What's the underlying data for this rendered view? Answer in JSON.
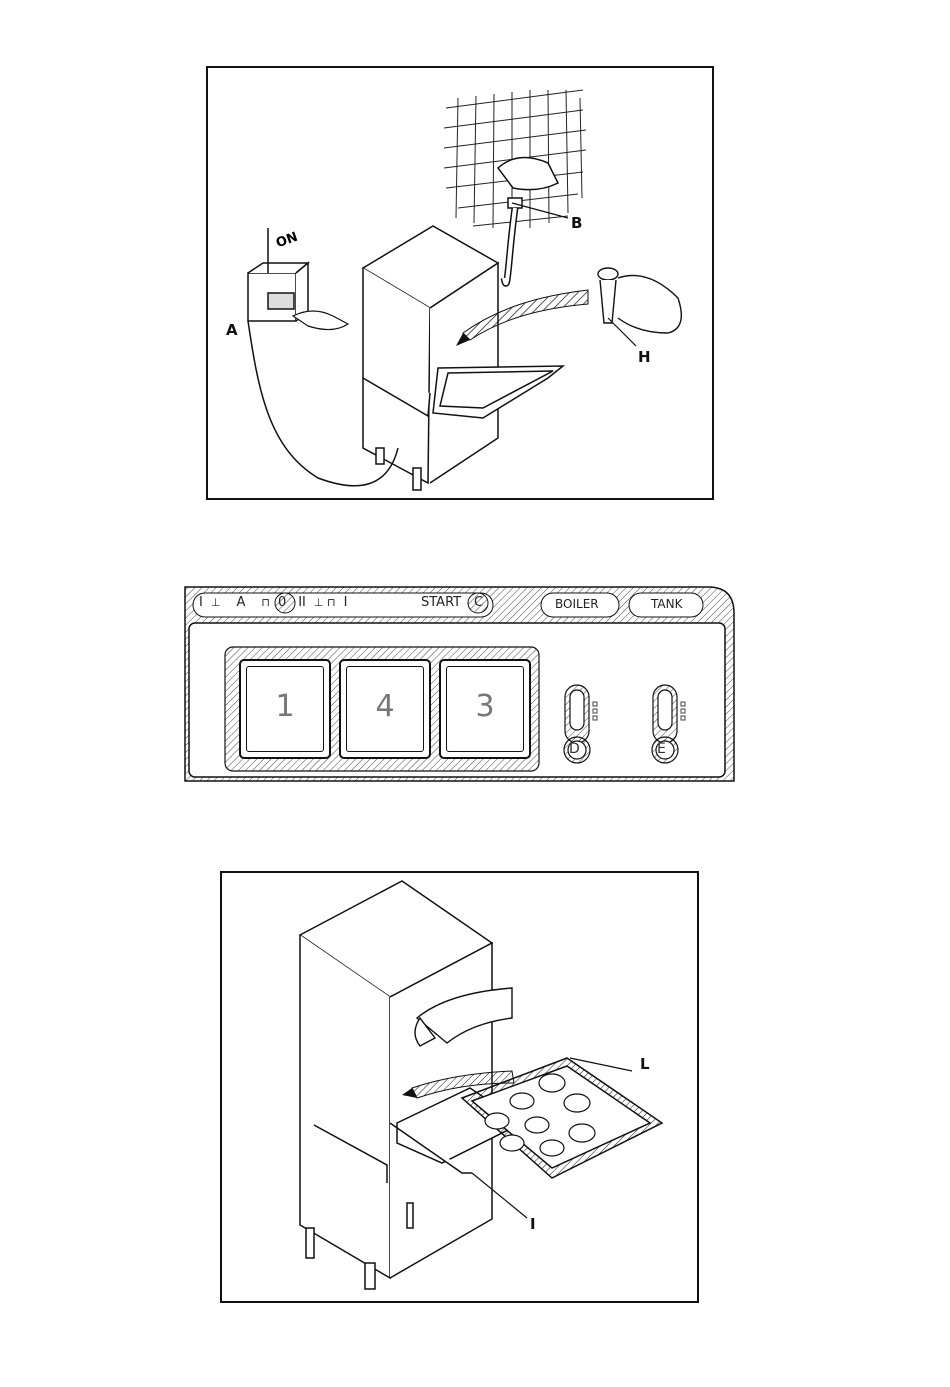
{
  "figure1": {
    "labels": {
      "A": "A",
      "B": "B",
      "H": "H",
      "on": "ON"
    }
  },
  "panel": {
    "top_row": {
      "mode1": "I",
      "indicator_a": "A",
      "indicator_0": "0",
      "mode2": "II",
      "mode2_suffix": "I",
      "start": "START",
      "indicator_c": "C",
      "boiler": "BOILER",
      "tank": "TANK"
    },
    "buttons": [
      "1",
      "4",
      "3"
    ],
    "thermometers": [
      "D",
      "E"
    ]
  },
  "figure2": {
    "labels": {
      "L": "L",
      "I": "I"
    }
  }
}
